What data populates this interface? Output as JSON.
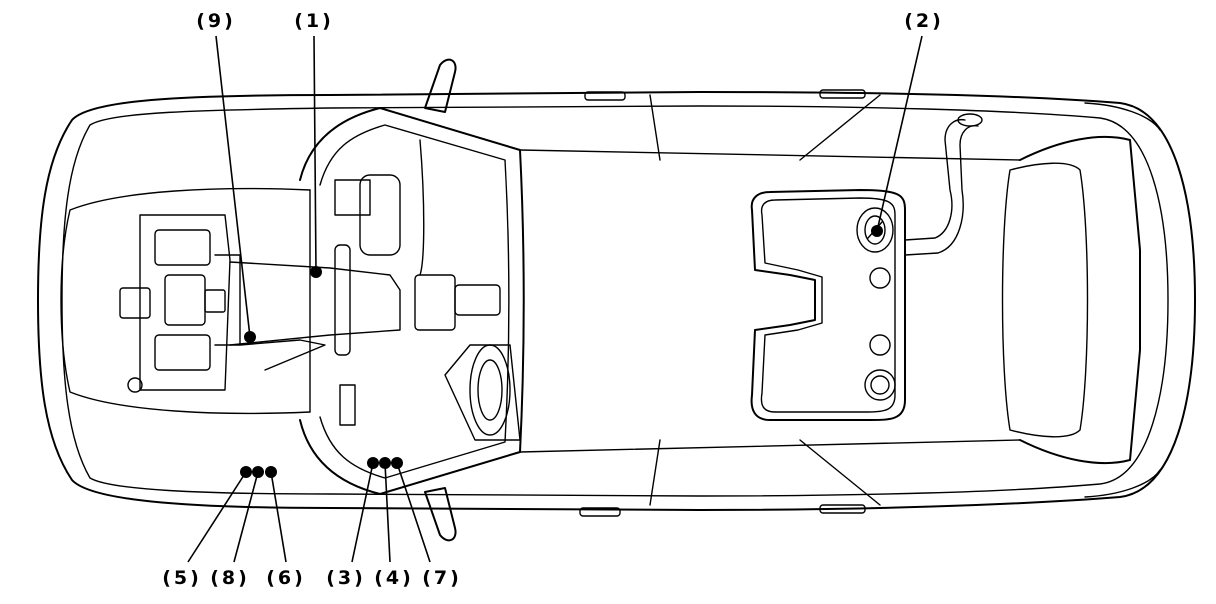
{
  "callouts": [
    {
      "id": "9",
      "label": "(9)"
    },
    {
      "id": "1",
      "label": "(1)"
    },
    {
      "id": "2",
      "label": "(2)"
    },
    {
      "id": "5",
      "label": "(5)"
    },
    {
      "id": "8",
      "label": "(8)"
    },
    {
      "id": "6",
      "label": "(6)"
    },
    {
      "id": "3",
      "label": "(3)"
    },
    {
      "id": "4",
      "label": "(4)"
    },
    {
      "id": "7",
      "label": "(7)"
    }
  ]
}
